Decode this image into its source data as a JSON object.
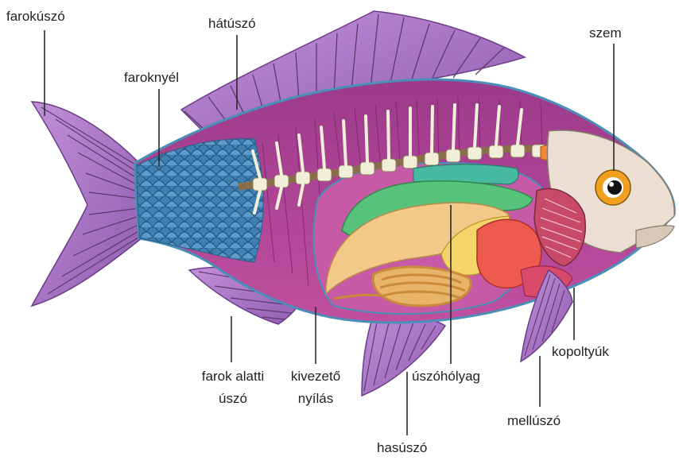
{
  "diagram": {
    "colors": {
      "body": "#b8449a",
      "body_dark": "#8a2a78",
      "fin": "#a774c2",
      "fin_ray": "#5a3a6e",
      "tail_scales": "#3f7fb2",
      "outline": "#4a8fb8",
      "vertebrae": "#f2efd8",
      "swim_bladder": "#57c27a",
      "liver": "#f3c98a",
      "intestine": "#e8b46a",
      "stomach": "#ee5a4e",
      "gills": "#c84a6a",
      "eye": "#f0a020",
      "head": "#eadfd2"
    },
    "labels": {
      "farokuszo": "farokúszó",
      "hatuszo": "hátúszó",
      "faroknyel": "faroknyél",
      "szem": "szem",
      "farok_alatti_1": "farok alatti",
      "farok_alatti_2": "úszó",
      "kivezeto_1": "kivezető",
      "kivezeto_2": "nyílás",
      "uszoholyag": "úszóhólyag",
      "kopoltyuk": "kopoltyúk",
      "melluszo": "mellúszó",
      "hasuszo": "hasúszó"
    }
  }
}
